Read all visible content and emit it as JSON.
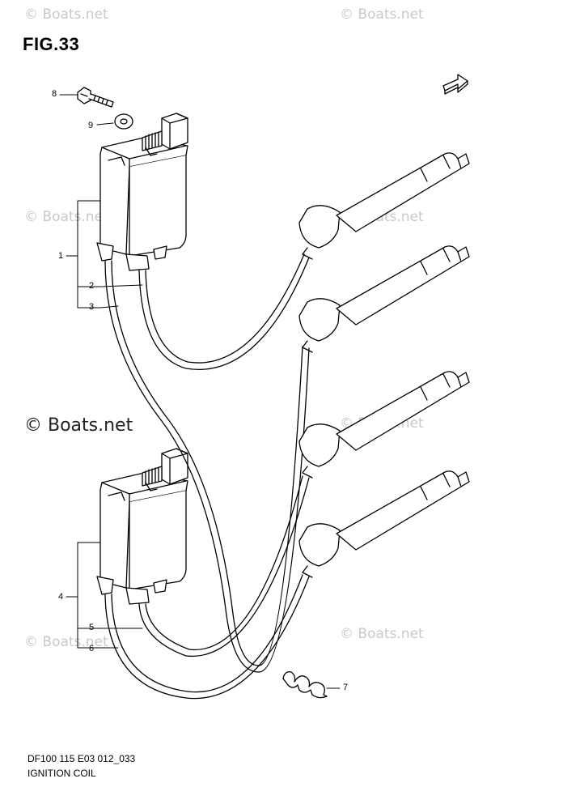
{
  "figure": {
    "title": "FIG.33",
    "code": "DF100 115 E03 012_033",
    "caption": "IGNITION COIL"
  },
  "watermark": {
    "text": "© Boats.net",
    "main_text": "© Boats.net"
  },
  "direction_tag": "FWD",
  "callouts": [
    "1",
    "2",
    "3",
    "4",
    "5",
    "6",
    "7",
    "8",
    "9"
  ],
  "colors": {
    "line": "#000000",
    "watermark": "#c9c9c9"
  }
}
